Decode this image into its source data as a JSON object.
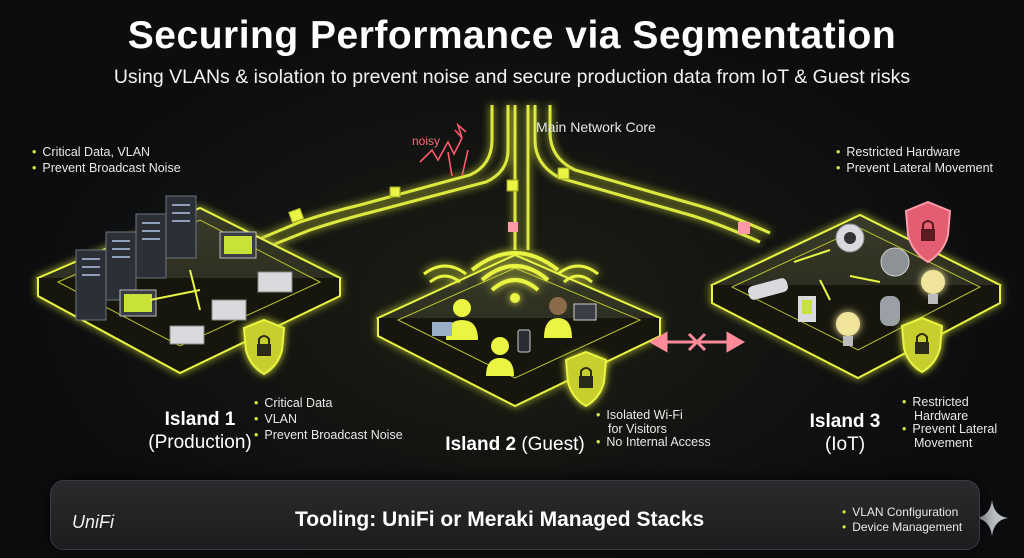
{
  "header": {
    "title": "Securing Performance via Segmentation",
    "subtitle": "Using VLANs & isolation to prevent noise and secure production data from IoT & Guest risks"
  },
  "core": {
    "label": "Main Network Core",
    "noise_label": "noisy"
  },
  "island1": {
    "name": "Island 1",
    "role": "(Production)",
    "top_bullets": [
      "Critical Data, VLAN",
      "Prevent Broadcast Noise"
    ],
    "bullets": [
      "Critical Data",
      "VLAN",
      "Prevent Broadcast Noise"
    ]
  },
  "island2": {
    "name": "Island 2",
    "role": "(Guest)",
    "bullets_line1a": "Isolated Wi-Fi",
    "bullets_line1b": "for Visitors",
    "bullets_line2": "No Internal Access"
  },
  "island3": {
    "name": "Island 3",
    "role": "(IoT)",
    "top_bullets": [
      "Restricted Hardware",
      "Prevent Lateral Movement"
    ],
    "b1a": "Restricted",
    "b1b": "Hardware",
    "b2a": "Prevent Lateral",
    "b2b": "Movement"
  },
  "tooling": {
    "brand": "UniFi",
    "title": "Tooling: UniFi or Meraki Managed Stacks",
    "bullets": [
      "VLAN Configuration",
      "Device Management"
    ]
  },
  "colors": {
    "accent": "#e9f542",
    "glow": "#d4e83a",
    "isolation": "#ff8a9a",
    "background": "#0c0d0f"
  }
}
